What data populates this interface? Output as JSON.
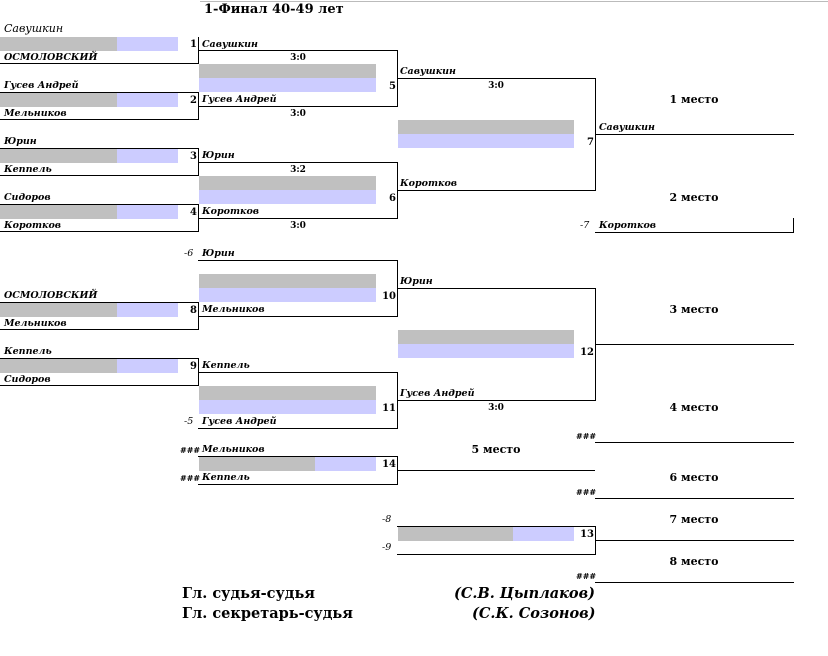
{
  "title": "1-Финал  40-49  лет",
  "round1": {
    "p1": "Савушкин",
    "p2": "ОСМОЛОВСКИЙ",
    "p3": "Гусев Андрей",
    "p4": "Мельников",
    "p5": "Юрин",
    "p6": "Кеппель",
    "p7": "Сидоров",
    "p8": "Коротков",
    "m1": "1",
    "m2": "2",
    "m3": "3",
    "m4": "4"
  },
  "round2": {
    "w1": "Савушкин",
    "s1": "3:0",
    "w2": "Гусев Андрей",
    "s2": "3:0",
    "w3": "Юрин",
    "s3": "3:2",
    "w4": "Коротков",
    "s4": "3:0",
    "m5": "5",
    "m6": "6"
  },
  "final": {
    "w5": "Савушкин",
    "s5": "3:0",
    "w6": "Коротков",
    "m7": "7",
    "champion": "Савушкин",
    "place1": "1 место",
    "place2": "2 место",
    "loser_ref": "-7",
    "second": "Коротков"
  },
  "consolation": {
    "ref_a": "-6",
    "l_a": "Юрин",
    "m10": "10",
    "w10": "Юрин",
    "p_o": "ОСМОЛОВСКИЙ",
    "p_m": "Мельников",
    "m8": "8",
    "w8": "Мельников",
    "p_k": "Кеппель",
    "p_s": "Сидоров",
    "m9": "9",
    "w9": "Кеппель",
    "m11": "11",
    "ref_b": "-5",
    "l_b": "Гусев Андрей",
    "w11": "Гусев Андрей",
    "s12": "3:0",
    "m12": "12",
    "place3": "3 место",
    "place4": "4 место",
    "hash1": "###",
    "hash2": "###",
    "l_c": "Мельников",
    "m14": "14",
    "hash3": "###",
    "l_d": "Кеппель",
    "place5": "5 место",
    "place6": "6 место",
    "hash4": "###",
    "ref_c": "-8",
    "ref_d": "-9",
    "m13": "13",
    "place7": "7 место",
    "place8": "8 место",
    "hash5": "###"
  },
  "footer": {
    "judge_role": "Гл. судья-судья",
    "judge_name": "(С.В. Цыплаков)",
    "secretary_role": "Гл. секретарь-судья",
    "secretary_name": "(С.К. Созонов)"
  }
}
